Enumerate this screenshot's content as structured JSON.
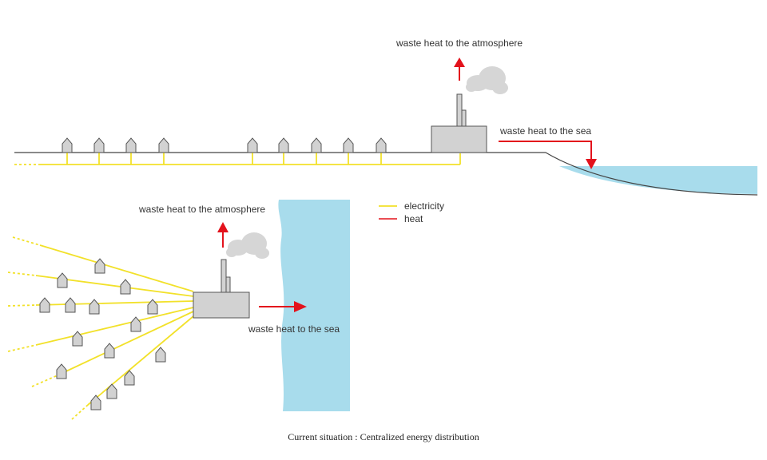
{
  "colors": {
    "electricity": "#f2e12a",
    "heat": "#e3121c",
    "water": "#a8dcec",
    "building": "#d2d2d2",
    "outline": "#555555",
    "ground": "#444444",
    "smoke": "#d6d6d6"
  },
  "icons": [
    "house-icon",
    "power-plant-icon",
    "smoke-cloud-icon",
    "heat-arrow-icon"
  ],
  "top_scene": {
    "atmosphere_label": "waste heat to the atmosphere",
    "sea_label": "waste heat to the sea"
  },
  "bottom_scene": {
    "atmosphere_label": "waste heat to the atmosphere",
    "sea_label": "waste heat to the sea"
  },
  "legend": {
    "items": [
      {
        "label": "electricity",
        "kind": "electricity"
      },
      {
        "label": "heat",
        "kind": "heat"
      }
    ]
  },
  "caption": "Current situation : Centralized energy distribution"
}
